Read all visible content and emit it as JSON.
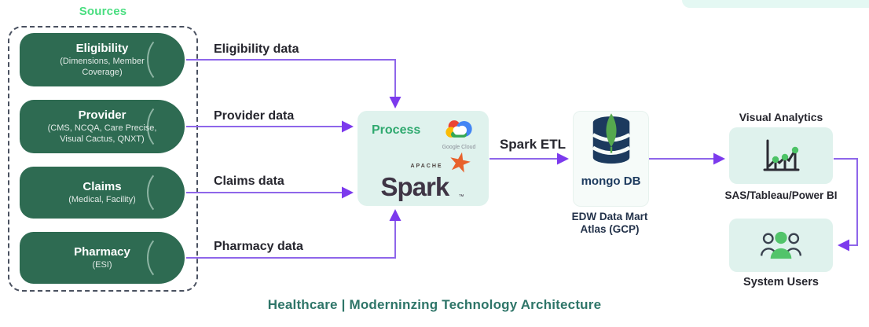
{
  "sources": {
    "label": "Sources",
    "items": [
      {
        "title": "Eligibility",
        "subtitle": "(Dimensions, Member Coverage)"
      },
      {
        "title": "Provider",
        "subtitle": "(CMS, NCQA, Care Precise, Visual Cactus, QNXT)"
      },
      {
        "title": "Claims",
        "subtitle": "(Medical, Facility)"
      },
      {
        "title": "Pharmacy",
        "subtitle": "(ESI)"
      }
    ]
  },
  "flows": [
    {
      "label": "Eligibility data"
    },
    {
      "label": "Provider data"
    },
    {
      "label": "Claims data"
    },
    {
      "label": "Pharmacy data"
    }
  ],
  "process": {
    "label": "Process",
    "google_cloud_caption": "Google Cloud",
    "spark_apache_text": "APACHE",
    "spark_wordmark": "Spark",
    "spark_tm": "™",
    "spark_star_glyph": "★"
  },
  "etl_label": "Spark ETL",
  "mongo": {
    "wordmark": "mongo DB",
    "caption_line1": "EDW Data Mart",
    "caption_line2": "Atlas (GCP)"
  },
  "analytics": {
    "title": "Visual Analytics",
    "caption": "SAS/Tableau/Power BI"
  },
  "users": {
    "caption": "System Users"
  },
  "footer": {
    "title": "Healthcare | Moderninzing Technology Architecture"
  },
  "colors": {
    "source_green": "#2e6b52",
    "accent_green": "#4ade80",
    "mint_panel": "#dff2ed",
    "arrow_purple": "#8e66ea",
    "arrowhead_purple": "#7c3aed",
    "mongo_navy": "#1c3a5e",
    "leaf_green": "#55a84e",
    "title_teal": "#2e7568",
    "label_dark": "#26262e"
  }
}
